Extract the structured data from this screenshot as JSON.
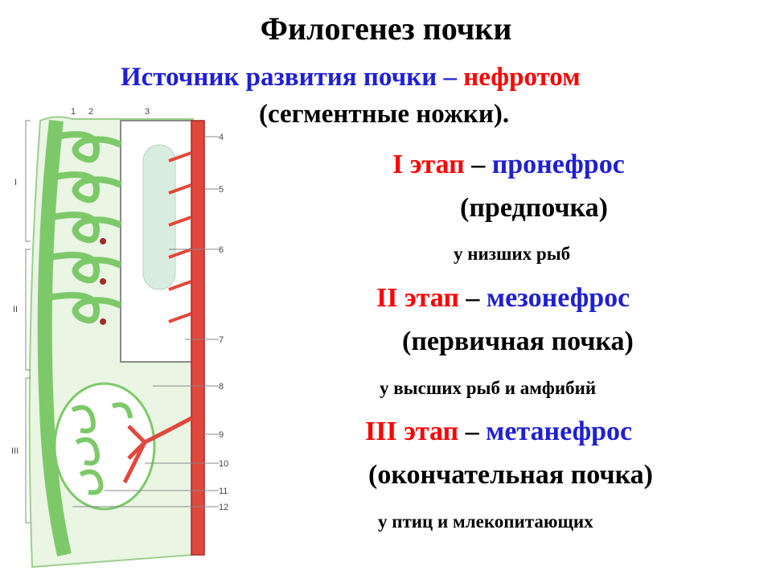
{
  "slide": {
    "title": "Филогенез почки",
    "source_prefix": "Источник развития почки – ",
    "source_highlight": "нефротом",
    "source_line2": "(сегментные ножки)."
  },
  "stages": [
    {
      "numeral": "I этап",
      "dash": " – ",
      "name": "пронефрос",
      "description": "(предпочка)",
      "note": "у низших рыб"
    },
    {
      "numeral": "II этап",
      "dash": " – ",
      "name": "мезонефрос",
      "description": "(первичная почка)",
      "note": "у высших рыб и амфибий"
    },
    {
      "numeral": "III этап",
      "dash": " – ",
      "name": "метанефрос",
      "description": "(окончательная почка)",
      "note": "у птиц и млекопитающих"
    }
  ],
  "figure": {
    "labels": [
      "1",
      "2",
      "3",
      "4",
      "5",
      "6",
      "7",
      "8",
      "9",
      "10",
      "11",
      "12"
    ],
    "region_labels": [
      "I",
      "II",
      "III"
    ],
    "colors": {
      "tissue": "#7dc96a",
      "tissue_light": "#c4e8b8",
      "vessel": "#e0483d",
      "vessel_dark": "#a52a2a",
      "duct": "#d8e8dc"
    }
  }
}
